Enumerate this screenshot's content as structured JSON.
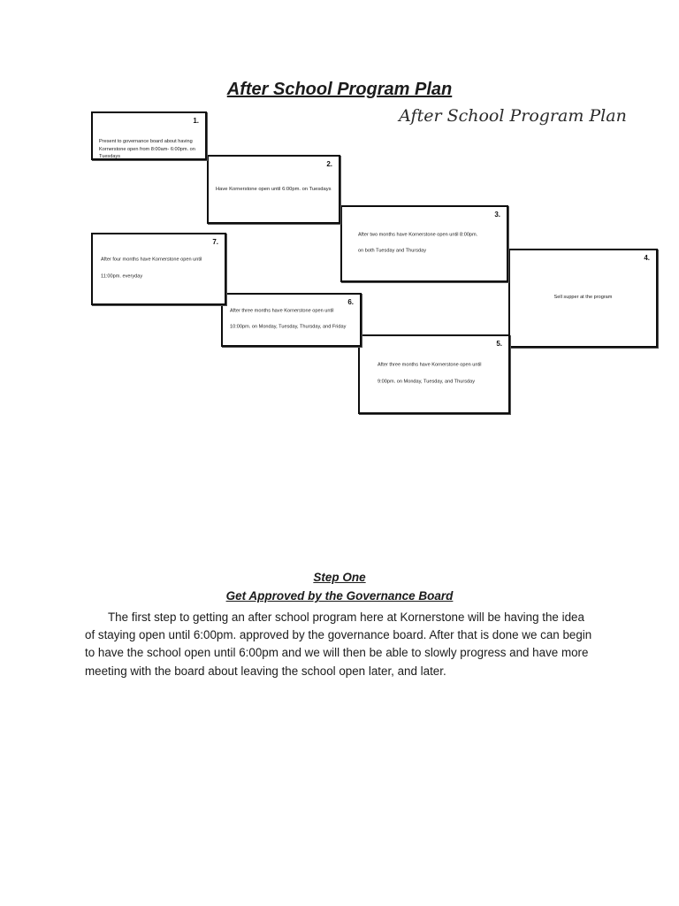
{
  "document": {
    "title": "After School Program Plan",
    "decorative_title": "After School Program Plan"
  },
  "flowchart": {
    "nodes": [
      {
        "number": "1.",
        "lines": [
          "Present to governance board about having Kornerstone open from 8:00am- 6:00pm. on Tuesdays"
        ]
      },
      {
        "number": "2.",
        "lines": [
          "Have Kornerstone open until 6:00pm. on Tuesdays"
        ]
      },
      {
        "number": "3.",
        "lines": [
          "After two months have Kornerstone open until 8:00pm.",
          "on both Tuesday and Thursday"
        ]
      },
      {
        "number": "4.",
        "lines": [
          "Sell supper at the program"
        ]
      },
      {
        "number": "5.",
        "lines": [
          "After three months have Kornerstone open until",
          "9:00pm. on Monday, Tuesday, and Thursday"
        ]
      },
      {
        "number": "6.",
        "lines": [
          "After three months have Kornerstone open until",
          "10:00pm. on Monday, Tuesday, Thursday, and Friday"
        ]
      },
      {
        "number": "7.",
        "lines": [
          "After four months have Kornerstone open until",
          "11:00pm. everyday"
        ]
      }
    ]
  },
  "section": {
    "heading": "Step One",
    "subheading": "Get Approved by the Governance Board",
    "paragraph": "The first step to getting an after school program here at Kornerstone will be having the idea of staying open until 6:00pm. approved by the governance board. After that is done we can begin to have the school open until 6:00pm and we will then be able to slowly progress and have more meeting with the board about leaving the school open later, and later."
  }
}
